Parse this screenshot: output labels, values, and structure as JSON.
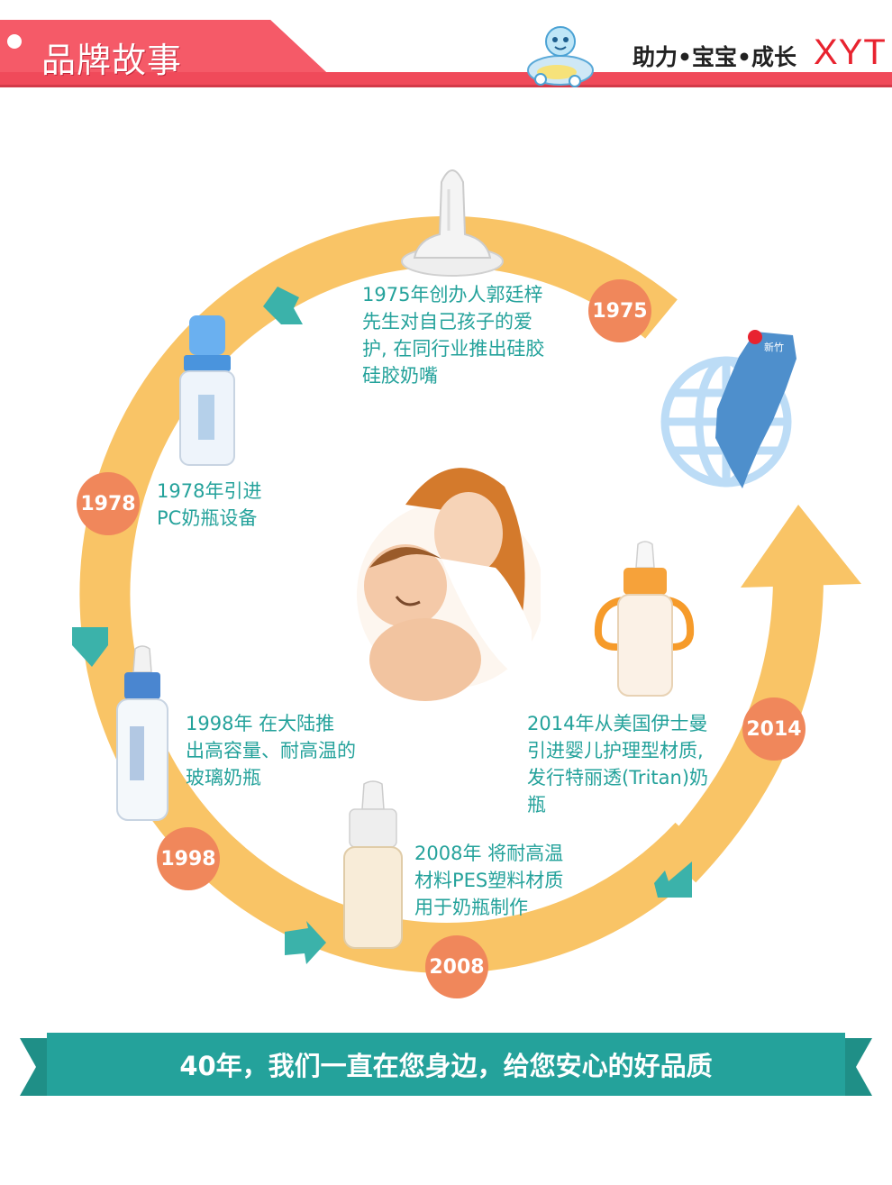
{
  "header": {
    "title": "品牌故事",
    "slogan": "助力•宝宝•成长",
    "brand": "XYT"
  },
  "map": {
    "city_label": "新竹"
  },
  "milestones": [
    {
      "year": "1975",
      "text": "1975年创办人郭廷梓\n先生对自己孩子的爱\n护, 在同行业推出硅胶\n硅胶奶嘴"
    },
    {
      "year": "1978",
      "text": "1978年引进\nPC奶瓶设备"
    },
    {
      "year": "1998",
      "text": "1998年 在大陆推\n出高容量、耐高温的\n玻璃奶瓶"
    },
    {
      "year": "2008",
      "text": "2008年 将耐高温\n材料PES塑料材质\n用于奶瓶制作"
    },
    {
      "year": "2014",
      "text": "2014年从美国伊士曼\n引进婴儿护理型材质,\n发行特丽透(Tritan)奶\n瓶"
    }
  ],
  "footer": {
    "banner": "40年，我们一直在您身边，给您安心的好品质"
  },
  "colors": {
    "header_red": "#f04a5a",
    "ring_yellow": "#f9c466",
    "teal": "#24a29b",
    "badge_orange": "#f0875b",
    "map_blue": "#4e8fcc"
  }
}
